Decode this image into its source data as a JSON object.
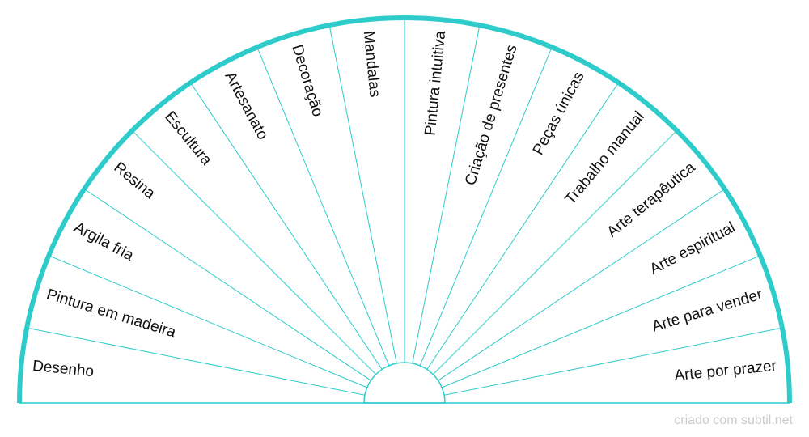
{
  "chart": {
    "sectors": [
      "Desenho",
      "Pintura em madeira",
      "Argila fria",
      "Resina",
      "Escultura",
      "Artesanato",
      "Decoração",
      "Mandalas",
      "Pintura intuitiva",
      "Criação de presentes",
      "Peças únicas",
      "Trabalho manual",
      "Arte terapêutica",
      "Arte espiritual",
      "Arte para vender",
      "Arte por prazer"
    ]
  },
  "colors": {
    "accent": "#2ecbcb",
    "text": "#111111",
    "footer": "#cccccc"
  },
  "footer": {
    "credit": "criado com subtil.net"
  }
}
